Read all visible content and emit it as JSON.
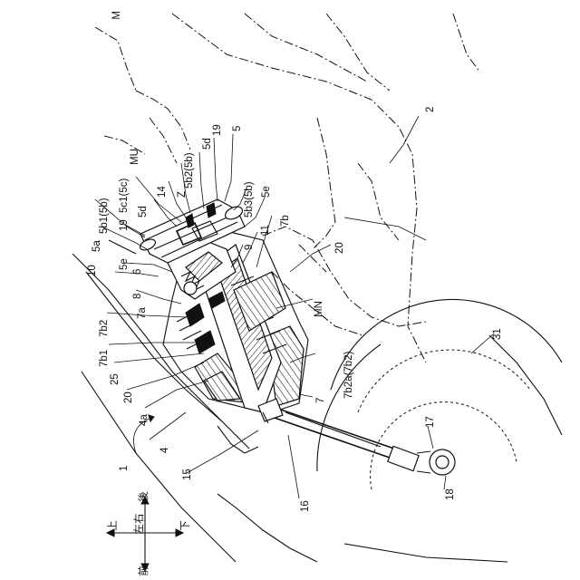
{
  "labels": {
    "M": "M",
    "MU": "MU",
    "MN": "MN",
    "n2": "2",
    "n5": "5",
    "n19a": "19",
    "n5d_top": "5d",
    "n5b2": "5b2(5b)",
    "nZ": "Z",
    "n14": "14",
    "n5c1": "5c1(5c)",
    "n5d": "5d",
    "n5b3": "5b3(5b)",
    "n5e_top": "5e",
    "n19b": "19",
    "n5b1": "5b1(5b)",
    "n5a": "5a",
    "n5e": "5e",
    "n6": "6",
    "n8": "8",
    "n10": "10",
    "n9": "9",
    "n11": "11",
    "n7b": "7b",
    "n20a": "20",
    "n7a": "7a",
    "n7b2": "7b2",
    "n7b1": "7b1",
    "n25": "25",
    "n20b": "20",
    "n4a": "4a",
    "n4": "4",
    "n1": "1",
    "n15": "15",
    "n7b2a": "7b2a(7b2)",
    "n7": "7",
    "n16": "16",
    "n31": "31",
    "n17": "17",
    "n18": "18"
  },
  "orientation": {
    "up": "上",
    "down": "下",
    "front": "前",
    "rear": "後",
    "left_right": "左右"
  }
}
